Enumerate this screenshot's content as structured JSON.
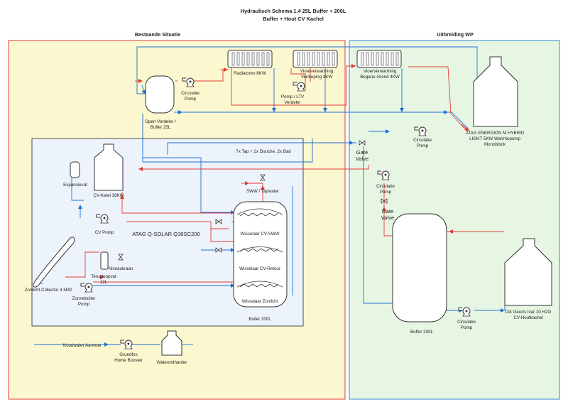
{
  "title": {
    "line1": "Hydraulisch Schema 1.4 25L Buffer + 200L",
    "line2": "Buffer + Hout CV Kachel"
  },
  "sections": {
    "existing": "Bestaande Situatie",
    "expansion": "Uitbreiding WP"
  },
  "inner_group": "ATAG Q-SOLAR Q38SC200",
  "labels": {
    "radiators": "Radiatoren 8KW",
    "floor_up_1": "Vloerverwarming",
    "floor_up_2": "Verdieping 3KW",
    "floor_down_1": "Vloerverwarming",
    "floor_down_2": "Begane Grond 4KW",
    "open_dist_1": "Open Verdeler /",
    "open_dist_2": "Buffer 25L",
    "circ_pump_top_1": "Circulatie",
    "circ_pump_top_2": "Pomp",
    "ltv_pump_1": "Pomp / LTV",
    "ltv_pump_2": "Verdeler",
    "circ_pump_mid_1": "Circulatie",
    "circ_pump_mid_2": "Pomp",
    "heatpump_1": "ATAG ENERGION M HYBRID",
    "heatpump_2": "LIGHT 5KW Warmtepomp",
    "heatpump_3": "Monoblock",
    "gate_valve_1_a": "Gate",
    "gate_valve_1_b": "Valve",
    "gate_valve_2_a": "Gate",
    "gate_valve_2_b": "Valve",
    "circ_pump_right_1": "Circulatie",
    "circ_pump_right_2": "Pomp",
    "tap": "7x Tap +  2x Douche,  2x Bad",
    "dhw": "SWW / Tapwater",
    "expansion_vessel": "Expansievat",
    "boiler_kettle": "CV-Ketel 38KW",
    "cv_pump": "CV Pomp",
    "hx_dhw": "Wisselaar CV-SWW",
    "hx_return": "Wisselaar CV-Retour",
    "hx_solar": "Wisselaar Zonlicht",
    "boiler200": "Boiler 200L",
    "level_tap": "Niveaukraan",
    "drain_1": "Terugloopvat",
    "drain_2": "12L",
    "solar_collector": "Zonlicht Collector 4.5M2",
    "solar_pump_1": "Zonneboiler",
    "solar_pump_2": "Pomp",
    "cold_water": "Koudwater Aanvoer",
    "grundfos_1": "Grundfos",
    "grundfos_2": "Home Booster",
    "softener": "Waterontharder",
    "buffer200": "Buffer 200L",
    "circ_pump_bottom_1": "Circulatie",
    "circ_pump_bottom_2": "Pomp",
    "wood_stove_1": "Dik Geurts Ivar 10 H2O",
    "wood_stove_2": "CV-Houtkachel"
  },
  "colors": {
    "supply": "#e53935",
    "return": "#1e6fd9",
    "existing_fill": "#fbf7cf",
    "existing_border": "#e53935",
    "expansion_fill": "#e6f6e3",
    "expansion_border": "#2f86d4",
    "inner_fill": "#edf3fa"
  }
}
